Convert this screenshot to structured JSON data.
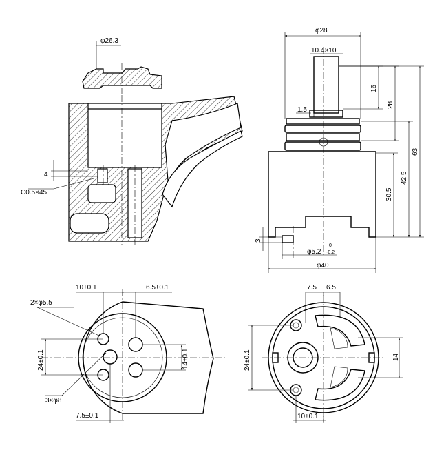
{
  "drawing": {
    "dimensions": {
      "d_26_3": "φ26.3",
      "c_chamfer": "C0.5×45",
      "d_4": "4",
      "d_28": "φ28",
      "d_10_4x10": "10.4×10",
      "d_1_5": "1.5",
      "d_16": "16",
      "d_28_v": "28",
      "d_63": "63",
      "d_42_5": "42.5",
      "d_30_5": "30.5",
      "d_3": "3",
      "d_5_2": "φ5.2",
      "d_5_2_tol_upper": "0",
      "d_5_2_tol_lower": "-0.2",
      "d_40": "φ40",
      "d_10_01_top": "10±0.1",
      "d_6_5_01": "6.5±0.1",
      "d_2x5_5": "2×φ5.5",
      "d_24_01_left": "24±0.1",
      "d_14_01": "14±0.1",
      "d_3x8": "3×φ8",
      "d_7_5_01": "7.5±0.1",
      "d_7_5": "7.5",
      "d_6_5": "6.5",
      "d_24_01_right": "24±0.1",
      "d_14": "14",
      "d_10_01_bottom": "10±0.1"
    }
  }
}
